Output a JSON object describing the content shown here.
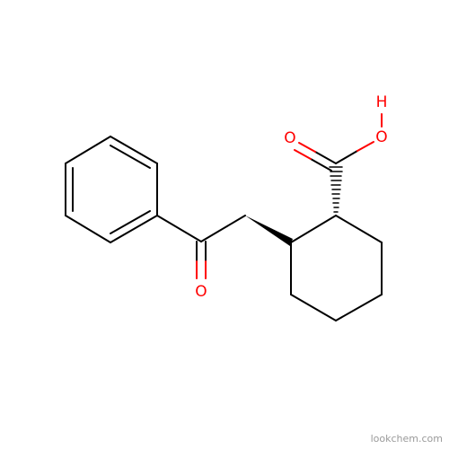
{
  "molecule": {
    "atoms": {
      "ketone_oxygen": "O",
      "acid_carbonyl_oxygen": "O",
      "hydroxyl_oxygen": "O",
      "hydroxyl_hydrogen": "H"
    }
  },
  "watermark": {
    "text": "lookchem.com"
  },
  "colors": {
    "bond": "#000000",
    "heteroatom": "#ff0000",
    "watermark": "#9a9a9a",
    "background": "#ffffff"
  }
}
